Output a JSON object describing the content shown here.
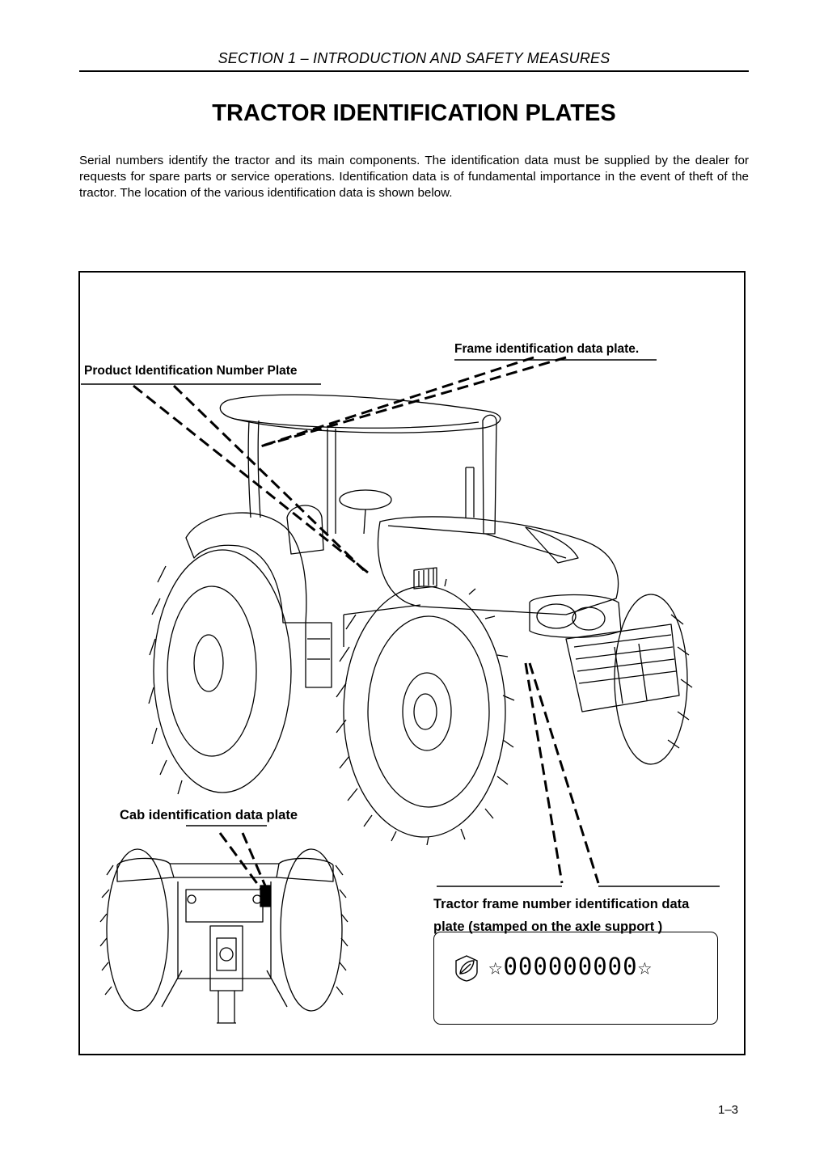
{
  "header": {
    "section": "SECTION 1  – INTRODUCTION AND SAFETY MEASURES"
  },
  "title": "TRACTOR IDENTIFICATION PLATES",
  "intro": "Serial numbers identify the tractor and its main components. The identification data must be supplied by the dealer for requests for spare parts or service operations. Identification data is of fundamental importance in the event of theft of the tractor. The location of the various identification data is shown below.",
  "figure": {
    "labels": {
      "frame_plate": "Frame identification data plate.",
      "product_plate": "Product Identification Number Plate",
      "cab_plate": "Cab identification data plate",
      "tractor_frame_line1": "Tractor frame number identification data",
      "tractor_frame_line2": "plate (stamped on the axle support )"
    },
    "plate_number": "☆000000000☆",
    "icons": {
      "brand_logo": "new-holland-leaf-logo-icon"
    }
  },
  "footer": {
    "page_number": "1–3"
  }
}
